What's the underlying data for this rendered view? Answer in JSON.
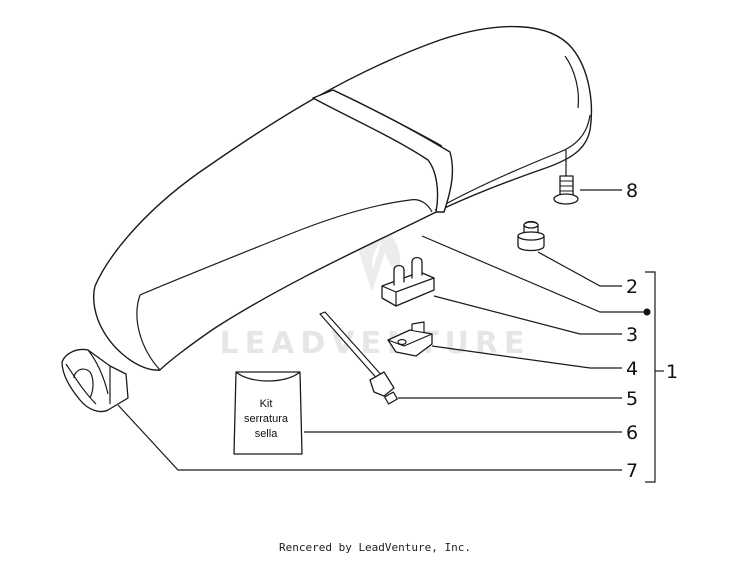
{
  "diagram": {
    "watermark": "LEADVENTURE",
    "kit_label": [
      "Kit",
      "serratura",
      "sella"
    ],
    "callouts": [
      "8",
      "2",
      "3",
      "4",
      "5",
      "6",
      "7"
    ],
    "group_label": "1"
  },
  "footer": {
    "credit": "Rencered by LeadVenture, Inc."
  }
}
